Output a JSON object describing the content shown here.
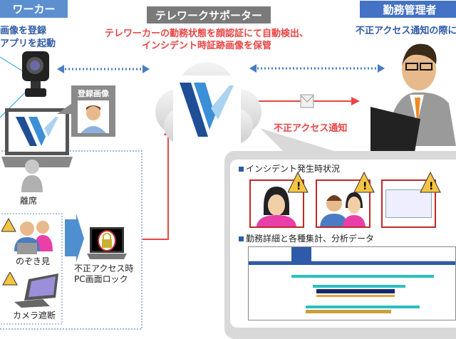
{
  "teleworker": {
    "header": "ワーカー",
    "line1": "画像を登録",
    "line2": "アプリを起動",
    "registered_image_label": "登録画像"
  },
  "supporter": {
    "header": "テレワークサポーター",
    "desc_line1": "テレワーカーの勤務状態を顔認証にて自動検出、",
    "desc_line2": "インシデント時証跡画像を保管"
  },
  "manager": {
    "header": "勤務管理者",
    "desc": "不正アクセス通知の際に"
  },
  "notification_label": "不正アクセス通知",
  "incidents": {
    "away": "離席",
    "peeking": "のぞき見",
    "camera_block": "カメラ遮断",
    "lock_line1": "不正アクセス時",
    "lock_line2": "PC画面ロック"
  },
  "panel": {
    "section1": "インシデント発生時状況",
    "section2": "勤務詳細と各種集計、分析データ"
  },
  "colors": {
    "blue_header": "#5b8fd0",
    "manager_header": "#4472c4",
    "gray_header": "#7a7a7a",
    "red": "#e84545",
    "text_blue": "#2f5aa8"
  }
}
